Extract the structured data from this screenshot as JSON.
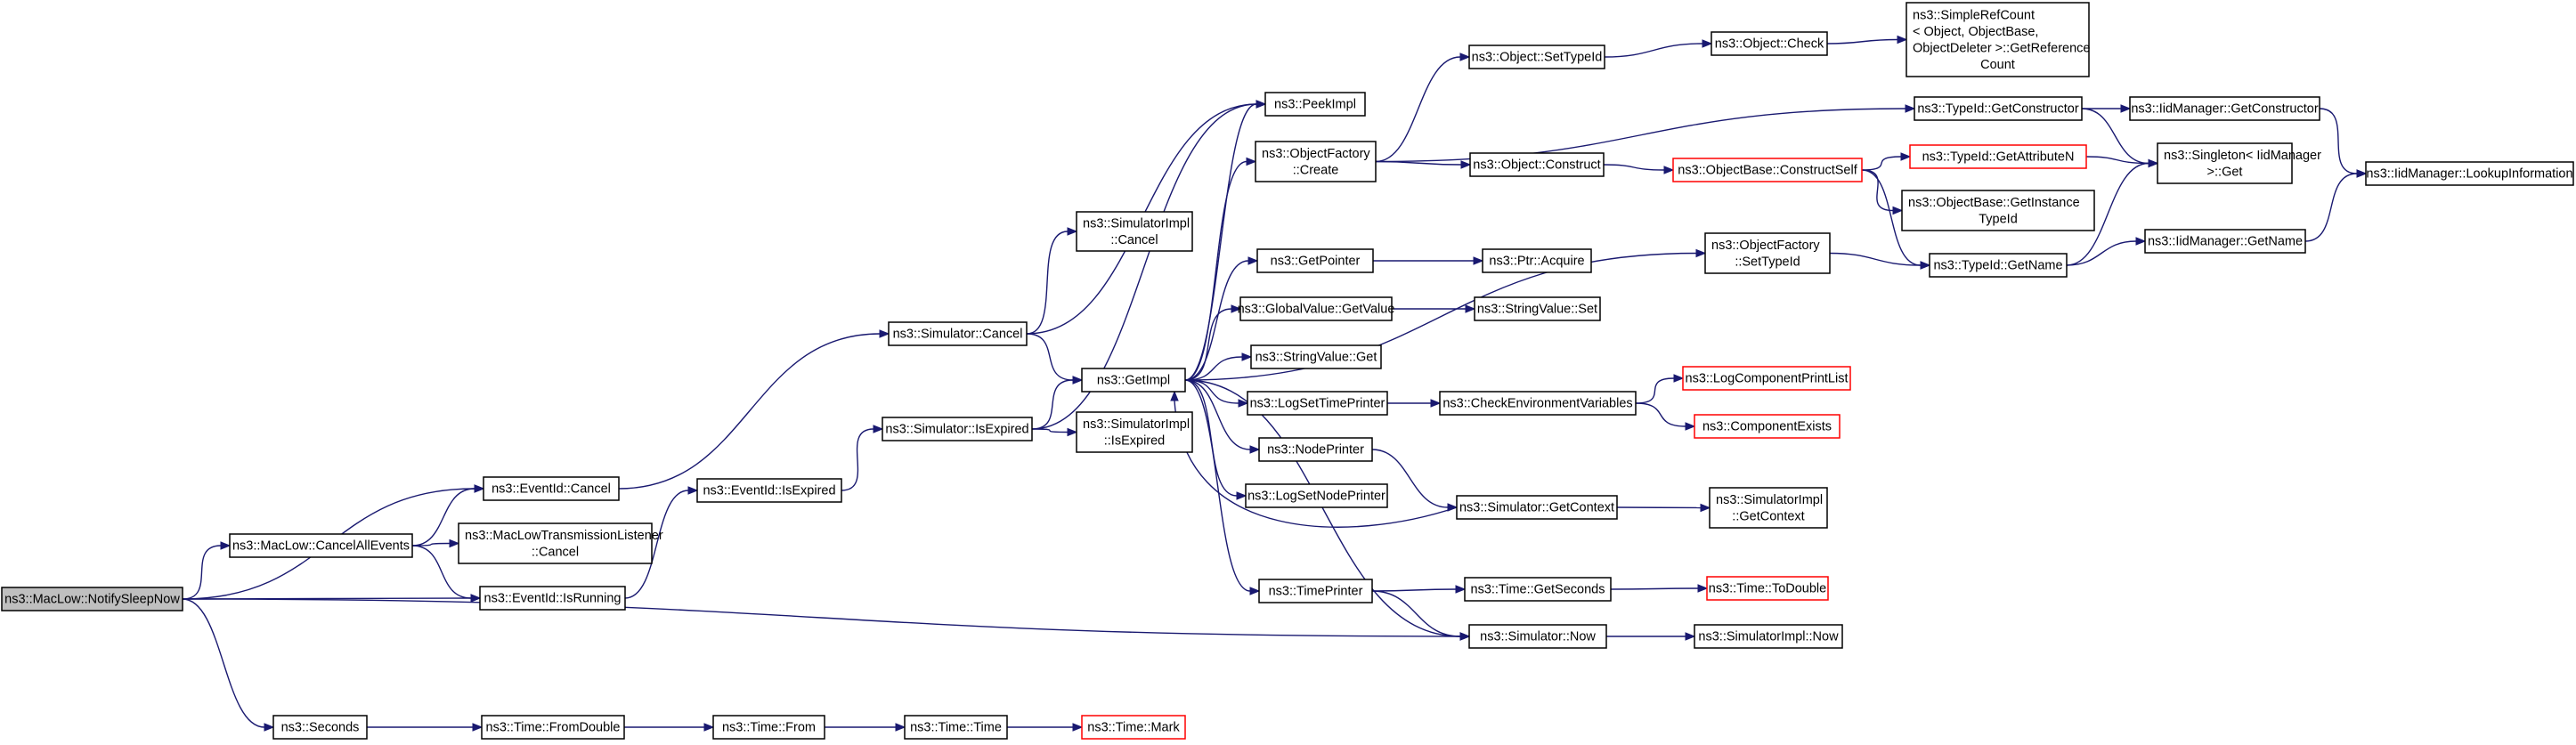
{
  "graph": {
    "nodes": [
      {
        "id": "notify",
        "lines": [
          "ns3::MacLow::NotifySleepNow"
        ],
        "style": "root"
      },
      {
        "id": "cancelallevents",
        "lines": [
          "ns3::MacLow::CancelAllEvents"
        ],
        "style": "normal"
      },
      {
        "id": "seconds",
        "lines": [
          "ns3::Seconds"
        ],
        "style": "normal"
      },
      {
        "id": "eventid_cancel",
        "lines": [
          "ns3::EventId::Cancel"
        ],
        "style": "normal"
      },
      {
        "id": "maclow_txl_cancel",
        "lines": [
          "ns3::MacLowTransmissionListener",
          "::Cancel"
        ],
        "style": "normal"
      },
      {
        "id": "eventid_isrunning",
        "lines": [
          "ns3::EventId::IsRunning"
        ],
        "style": "normal"
      },
      {
        "id": "time_fromdouble",
        "lines": [
          "ns3::Time::FromDouble"
        ],
        "style": "normal"
      },
      {
        "id": "eventid_isexpired",
        "lines": [
          "ns3::EventId::IsExpired"
        ],
        "style": "normal"
      },
      {
        "id": "time_from",
        "lines": [
          "ns3::Time::From"
        ],
        "style": "normal"
      },
      {
        "id": "simulator_cancel",
        "lines": [
          "ns3::Simulator::Cancel"
        ],
        "style": "normal"
      },
      {
        "id": "simulator_isexpired",
        "lines": [
          "ns3::Simulator::IsExpired"
        ],
        "style": "normal"
      },
      {
        "id": "time_time",
        "lines": [
          "ns3::Time::Time"
        ],
        "style": "normal"
      },
      {
        "id": "simimpl_cancel",
        "lines": [
          "ns3::SimulatorImpl",
          "::Cancel"
        ],
        "style": "normal"
      },
      {
        "id": "getimpl",
        "lines": [
          "ns3::GetImpl"
        ],
        "style": "normal"
      },
      {
        "id": "simimpl_isexpired",
        "lines": [
          "ns3::SimulatorImpl",
          "::IsExpired"
        ],
        "style": "normal"
      },
      {
        "id": "time_mark",
        "lines": [
          "ns3::Time::Mark"
        ],
        "style": "truncated"
      },
      {
        "id": "peekimpl",
        "lines": [
          "ns3::PeekImpl"
        ],
        "style": "normal"
      },
      {
        "id": "objfactory_create",
        "lines": [
          "ns3::ObjectFactory",
          "::Create"
        ],
        "style": "normal"
      },
      {
        "id": "getpointer",
        "lines": [
          "ns3::GetPointer"
        ],
        "style": "normal"
      },
      {
        "id": "globalvalue_getvalue",
        "lines": [
          "ns3::GlobalValue::GetValue"
        ],
        "style": "normal"
      },
      {
        "id": "stringvalue_get",
        "lines": [
          "ns3::StringValue::Get"
        ],
        "style": "normal"
      },
      {
        "id": "logsettimeprinter",
        "lines": [
          "ns3::LogSetTimePrinter"
        ],
        "style": "normal"
      },
      {
        "id": "nodeprinter",
        "lines": [
          "ns3::NodePrinter"
        ],
        "style": "normal"
      },
      {
        "id": "logsetnodeprinter",
        "lines": [
          "ns3::LogSetNodePrinter"
        ],
        "style": "normal"
      },
      {
        "id": "timeprinter",
        "lines": [
          "ns3::TimePrinter"
        ],
        "style": "normal"
      },
      {
        "id": "object_settypeid",
        "lines": [
          "ns3::Object::SetTypeId"
        ],
        "style": "normal"
      },
      {
        "id": "object_construct",
        "lines": [
          "ns3::Object::Construct"
        ],
        "style": "normal"
      },
      {
        "id": "ptr_acquire",
        "lines": [
          "ns3::Ptr::Acquire"
        ],
        "style": "normal"
      },
      {
        "id": "stringvalue_set",
        "lines": [
          "ns3::StringValue::Set"
        ],
        "style": "normal"
      },
      {
        "id": "checkenvvars",
        "lines": [
          "ns3::CheckEnvironmentVariables"
        ],
        "style": "normal"
      },
      {
        "id": "simulator_getcontext",
        "lines": [
          "ns3::Simulator::GetContext"
        ],
        "style": "normal"
      },
      {
        "id": "time_getseconds",
        "lines": [
          "ns3::Time::GetSeconds"
        ],
        "style": "normal"
      },
      {
        "id": "simulator_now",
        "lines": [
          "ns3::Simulator::Now"
        ],
        "style": "normal"
      },
      {
        "id": "object_check",
        "lines": [
          "ns3::Object::Check"
        ],
        "style": "normal"
      },
      {
        "id": "objbase_constructself",
        "lines": [
          "ns3::ObjectBase::ConstructSelf"
        ],
        "style": "truncated"
      },
      {
        "id": "objfactory_settypeid",
        "lines": [
          "ns3::ObjectFactory",
          "::SetTypeId"
        ],
        "style": "normal"
      },
      {
        "id": "logcomponentprintlist",
        "lines": [
          "ns3::LogComponentPrintList"
        ],
        "style": "truncated"
      },
      {
        "id": "componentexists",
        "lines": [
          "ns3::ComponentExists"
        ],
        "style": "truncated"
      },
      {
        "id": "simimpl_getcontext",
        "lines": [
          "ns3::SimulatorImpl",
          "::GetContext"
        ],
        "style": "normal"
      },
      {
        "id": "time_todouble",
        "lines": [
          "ns3::Time::ToDouble"
        ],
        "style": "truncated"
      },
      {
        "id": "simimpl_now",
        "lines": [
          "ns3::SimulatorImpl::Now"
        ],
        "style": "normal"
      },
      {
        "id": "simplerefcount",
        "lines": [
          "ns3::SimpleRefCount",
          "< Object, ObjectBase,",
          "ObjectDeleter >::GetReference",
          "Count"
        ],
        "style": "normal"
      },
      {
        "id": "typeid_getconstructor",
        "lines": [
          "ns3::TypeId::GetConstructor"
        ],
        "style": "normal"
      },
      {
        "id": "typeid_getattributen",
        "lines": [
          "ns3::TypeId::GetAttributeN"
        ],
        "style": "truncated"
      },
      {
        "id": "objbase_getinstancetypeid",
        "lines": [
          "ns3::ObjectBase::GetInstance",
          "TypeId"
        ],
        "style": "normal"
      },
      {
        "id": "typeid_getname",
        "lines": [
          "ns3::TypeId::GetName"
        ],
        "style": "normal"
      },
      {
        "id": "iidmanager_getconstructor",
        "lines": [
          "ns3::IidManager::GetConstructor"
        ],
        "style": "normal"
      },
      {
        "id": "singleton_get",
        "lines": [
          "ns3::Singleton< IidManager",
          " >::Get"
        ],
        "style": "normal"
      },
      {
        "id": "iidmanager_getname",
        "lines": [
          "ns3::IidManager::GetName"
        ],
        "style": "normal"
      },
      {
        "id": "iidmanager_lookupinfo",
        "lines": [
          "ns3::IidManager::LookupInformation"
        ],
        "style": "normal"
      }
    ],
    "edges": [
      [
        "notify",
        "eventid_cancel"
      ],
      [
        "notify",
        "cancelallevents"
      ],
      [
        "notify",
        "eventid_isrunning"
      ],
      [
        "notify",
        "simulator_now"
      ],
      [
        "notify",
        "seconds"
      ],
      [
        "cancelallevents",
        "eventid_cancel"
      ],
      [
        "cancelallevents",
        "maclow_txl_cancel"
      ],
      [
        "cancelallevents",
        "eventid_isrunning"
      ],
      [
        "eventid_cancel",
        "simulator_cancel"
      ],
      [
        "eventid_isrunning",
        "eventid_isexpired"
      ],
      [
        "eventid_isexpired",
        "simulator_isexpired"
      ],
      [
        "simulator_cancel",
        "getimpl"
      ],
      [
        "simulator_cancel",
        "peekimpl"
      ],
      [
        "simulator_cancel",
        "simimpl_cancel"
      ],
      [
        "simulator_isexpired",
        "getimpl"
      ],
      [
        "simulator_isexpired",
        "peekimpl"
      ],
      [
        "simulator_isexpired",
        "simimpl_isexpired"
      ],
      [
        "getimpl",
        "peekimpl"
      ],
      [
        "getimpl",
        "objfactory_create"
      ],
      [
        "getimpl",
        "objfactory_settypeid"
      ],
      [
        "getimpl",
        "getpointer"
      ],
      [
        "getimpl",
        "globalvalue_getvalue"
      ],
      [
        "getimpl",
        "stringvalue_get"
      ],
      [
        "getimpl",
        "logsettimeprinter"
      ],
      [
        "getimpl",
        "nodeprinter"
      ],
      [
        "getimpl",
        "logsetnodeprinter"
      ],
      [
        "getimpl",
        "timeprinter"
      ],
      [
        "getimpl",
        "simulator_now"
      ],
      [
        "simulator_getcontext",
        "getimpl"
      ],
      [
        "objfactory_create",
        "object_settypeid"
      ],
      [
        "objfactory_create",
        "object_construct"
      ],
      [
        "objfactory_create",
        "typeid_getconstructor"
      ],
      [
        "object_settypeid",
        "object_check"
      ],
      [
        "object_check",
        "simplerefcount"
      ],
      [
        "object_construct",
        "objbase_constructself"
      ],
      [
        "objbase_constructself",
        "typeid_getattributen"
      ],
      [
        "objbase_constructself",
        "objbase_getinstancetypeid"
      ],
      [
        "objbase_constructself",
        "typeid_getname"
      ],
      [
        "typeid_getattributen",
        "singleton_get"
      ],
      [
        "typeid_getconstructor",
        "iidmanager_getconstructor"
      ],
      [
        "typeid_getconstructor",
        "singleton_get"
      ],
      [
        "iidmanager_getconstructor",
        "iidmanager_lookupinfo"
      ],
      [
        "typeid_getname",
        "singleton_get"
      ],
      [
        "typeid_getname",
        "iidmanager_getname"
      ],
      [
        "iidmanager_getname",
        "iidmanager_lookupinfo"
      ],
      [
        "objfactory_settypeid",
        "typeid_getname"
      ],
      [
        "getpointer",
        "ptr_acquire"
      ],
      [
        "globalvalue_getvalue",
        "stringvalue_set"
      ],
      [
        "logsettimeprinter",
        "checkenvvars"
      ],
      [
        "checkenvvars",
        "logcomponentprintlist"
      ],
      [
        "checkenvvars",
        "componentexists"
      ],
      [
        "nodeprinter",
        "simulator_getcontext"
      ],
      [
        "simulator_getcontext",
        "simimpl_getcontext"
      ],
      [
        "timeprinter",
        "time_getseconds"
      ],
      [
        "timeprinter",
        "simulator_now"
      ],
      [
        "time_getseconds",
        "time_todouble"
      ],
      [
        "simulator_now",
        "simimpl_now"
      ],
      [
        "seconds",
        "time_fromdouble"
      ],
      [
        "time_fromdouble",
        "time_from"
      ],
      [
        "time_from",
        "time_time"
      ],
      [
        "time_time",
        "time_mark"
      ]
    ]
  }
}
